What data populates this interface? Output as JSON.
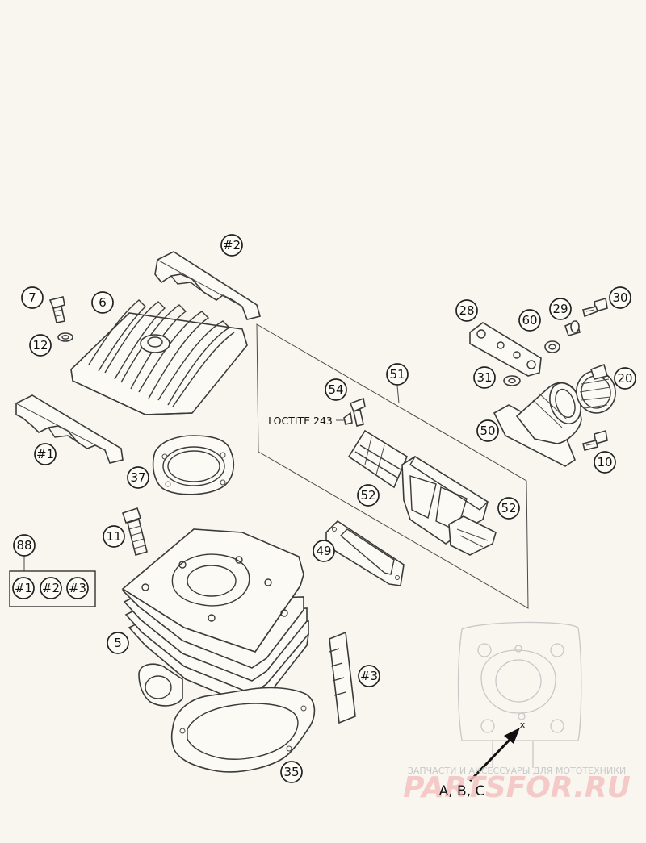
{
  "callouts": {
    "c_h2": "#2",
    "c_7": "7",
    "c_6": "6",
    "c_12": "12",
    "c_h1": "#1",
    "c_37": "37",
    "c_11": "11",
    "c_88": "88",
    "c_g1": "#1",
    "c_g2": "#2",
    "c_g3": "#3",
    "c_5": "5",
    "c_h3": "#3",
    "c_35": "35",
    "c_49": "49",
    "c_52a": "52",
    "c_52b": "52",
    "c_51": "51",
    "c_54": "54",
    "c_28": "28",
    "c_60": "60",
    "c_29": "29",
    "c_30": "30",
    "c_31": "31",
    "c_20": "20",
    "c_50": "50",
    "c_10": "10"
  },
  "labels": {
    "loctite": "LOCTITE 243",
    "inset_marker": "x",
    "inset_caption": "A, B, C"
  },
  "watermark": {
    "tagline": "ЗАПЧАСТИ И АКСЕССУАРЫ ДЛЯ МОТОТЕХНИКИ",
    "brand": "PARTSFOR.RU"
  }
}
